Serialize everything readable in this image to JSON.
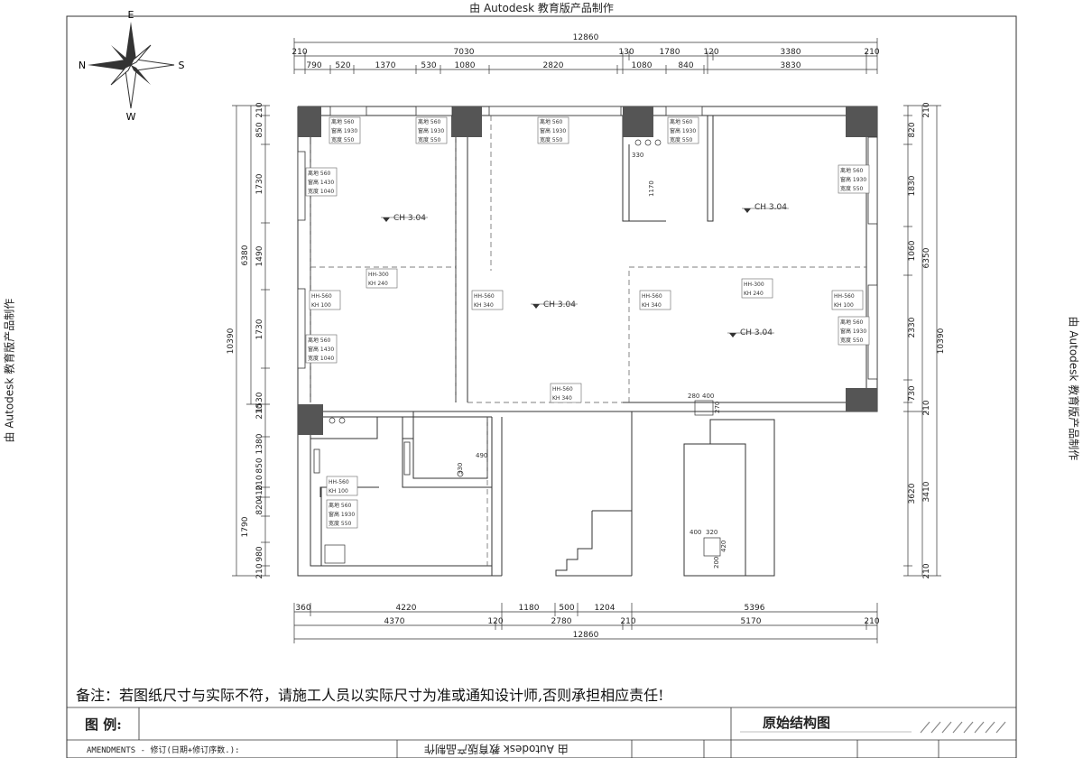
{
  "watermark": "由 Autodesk 教育版产品制作",
  "watermark_bottom": "由 Autodesk 教育版产品制作",
  "compass": {
    "north": "N",
    "south": "S",
    "east": "E",
    "west": "W"
  },
  "top_dims": {
    "overall": "12860",
    "row1": [
      "210",
      "7030",
      "130",
      "1780",
      "120",
      "3380",
      "210"
    ],
    "row2": [
      "790",
      "520",
      "1370",
      "530",
      "1080",
      "2820",
      "1080",
      "840",
      "3830"
    ]
  },
  "bottom_dims": {
    "row1": [
      "360",
      "4220",
      "1180",
      "500",
      "1204",
      "5396"
    ],
    "row2": [
      "4370",
      "120",
      "2780",
      "210",
      "5170",
      "210"
    ],
    "overall": "12860"
  },
  "left_dims": {
    "outer": "10390",
    "mid": "6380",
    "inner": [
      "210",
      "850",
      "1730",
      "1490",
      "1730",
      "1530",
      "210",
      "1380",
      "850",
      "210",
      "410",
      "1790",
      "820",
      "980",
      "210"
    ]
  },
  "right_dims": {
    "outer": "10390",
    "mid": [
      "6350",
      "3620"
    ],
    "inner": [
      "210",
      "820",
      "1830",
      "1060",
      "2330",
      "730",
      "210",
      "3410",
      "210"
    ]
  },
  "ceiling_marks": [
    "CH 3.04",
    "CH 3.04",
    "CH 3.04",
    "CH 3.04"
  ],
  "window_tags": [
    [
      "离地 560",
      "窗高 1930",
      "宽度 550"
    ],
    [
      "离地 560",
      "窗高 1930",
      "宽度 550"
    ],
    [
      "离地 560",
      "窗高 1930",
      "宽度 550"
    ],
    [
      "离地 560",
      "窗高 1930",
      "宽度 550"
    ],
    [
      "离地 560",
      "窗高 1430",
      "宽度 1040"
    ],
    [
      "离地 560",
      "窗高 1430",
      "宽度 1040"
    ],
    [
      "离地 560",
      "窗高 1930",
      "宽度 550"
    ],
    [
      "离地 560",
      "窗高 1930",
      "宽度 550"
    ]
  ],
  "beam_tags": [
    [
      "HH-300",
      "KH 240"
    ],
    [
      "HH-560",
      "KH 100"
    ],
    [
      "HH-560",
      "KH 340"
    ],
    [
      "HH-560",
      "KH 340"
    ],
    [
      "HH-300",
      "KH 240"
    ],
    [
      "HH-560",
      "KH 100"
    ],
    [
      "HH-560",
      "KH 340"
    ],
    [
      "HH-560",
      "KH 100"
    ]
  ],
  "small_dims": [
    "330",
    "1170",
    "490",
    "330",
    "280",
    "400",
    "270",
    "400",
    "320",
    "420",
    "200"
  ],
  "note": "备注：若图纸尺寸与实际不符，请施工人员以实际尺寸为准或通知设计师,否则承担相应责任!",
  "legend_label": "图  例:",
  "drawing_title": "原始结构图",
  "amendments": "AMENDMENTS - 修订(日期+修订序数.):"
}
